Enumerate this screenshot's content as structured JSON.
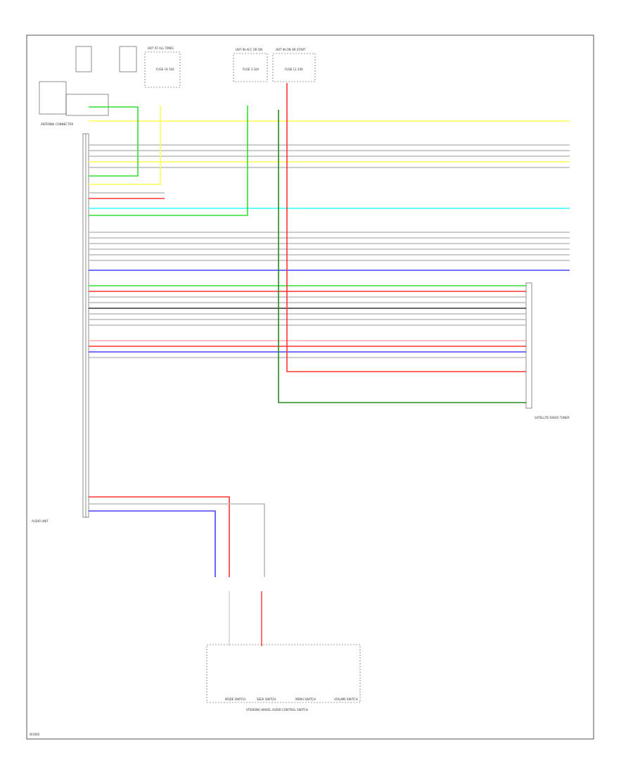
{
  "diagram": {
    "colors": {
      "red": "#ff3333",
      "green": "#33dd33",
      "yellow": "#ffff55",
      "cyan": "#33ffff",
      "blue": "#4444ff",
      "gray": "#bbbbbb",
      "black": "#333333",
      "dark_green": "#228822",
      "pink": "#ffaaaa"
    },
    "top_labels": {
      "hot_at_left": "HOT AT ALL TIMES",
      "hot_at_mid": "HOT IN ACC OR ON",
      "hot_at_right": "HOT IN ON OR START",
      "fuse_left": "FUSE 19 10A",
      "fuse_mid": "FUSE 3 10A",
      "fuse_right": "FUSE 11 10A",
      "antenna": "ANTENNA CONNECTOR",
      "control_unit": "AUDIO UNIT"
    },
    "right_connector_label": "SATELLITE RADIO TUNER",
    "bottom_switch_label": "STEERING WHEEL AUDIO CONTROL SWITCH",
    "switch_labels": [
      "MODE SWITCH",
      "SEEK SWITCH",
      "MENU SWITCH",
      "VOLUME SWITCH"
    ],
    "footer_id": "W1000"
  }
}
